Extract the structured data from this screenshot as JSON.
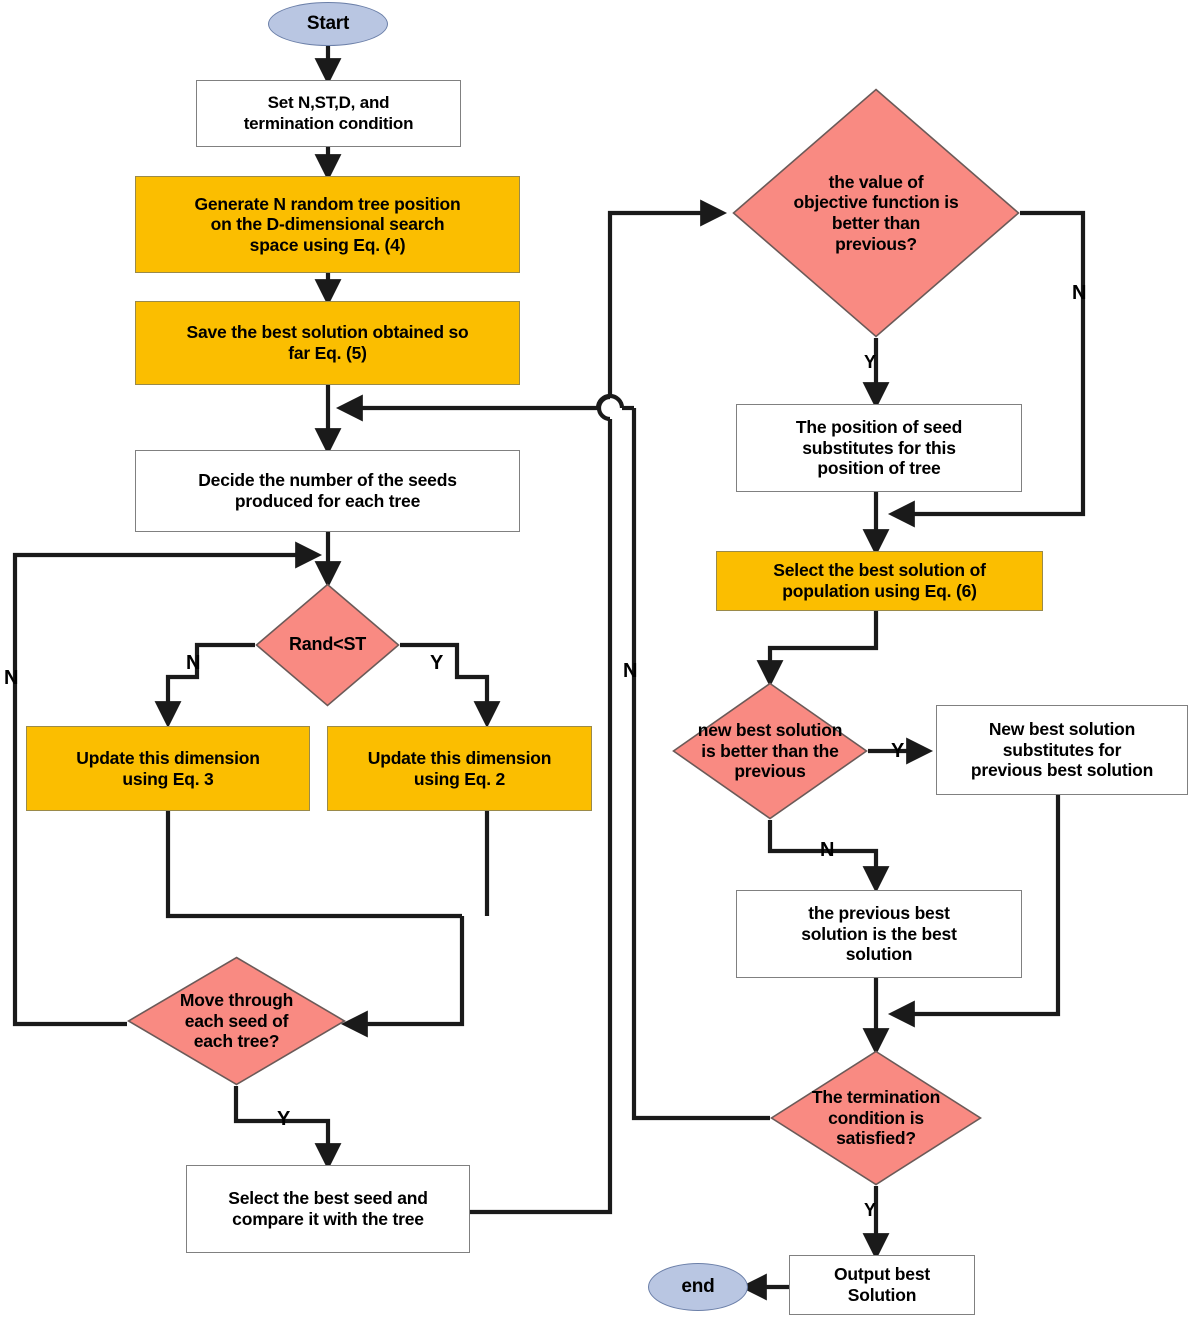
{
  "diagram": {
    "title": "Tree-Seed Algorithm Flowchart",
    "colors": {
      "terminator_fill": "#B9C6E2",
      "process_fill": "#FFFFFF",
      "highlight_fill": "#FBBE00",
      "decision_fill": "#F98A82",
      "line": "#1A1A1A"
    },
    "nodes": {
      "start": {
        "label": "Start",
        "shape": "terminator"
      },
      "set_params": {
        "line1": "Set N,ST,D, and",
        "line2": "termination condition",
        "shape": "process"
      },
      "generate": {
        "line1": "Generate N random tree position",
        "line2": "on the D-dimensional search",
        "line3": "space using Eq. (4)",
        "shape": "process-highlight"
      },
      "save_best": {
        "line1": "Save the best solution obtained so",
        "line2": "far Eq. (5)",
        "shape": "process-highlight"
      },
      "decide_seeds": {
        "line1": "Decide the number of the seeds",
        "line2": "produced for each tree",
        "shape": "process"
      },
      "rand_st": {
        "line1": "Rand<ST",
        "shape": "decision"
      },
      "update_eq3": {
        "line1": "Update this dimension",
        "line2": "using Eq. 3",
        "shape": "process-highlight"
      },
      "update_eq2": {
        "line1": "Update this dimension",
        "line2": "using Eq. 2",
        "shape": "process-highlight"
      },
      "move_seed": {
        "line1": "Move through",
        "line2": "each seed of",
        "line3": "each tree?",
        "shape": "decision"
      },
      "select_seed": {
        "line1": "Select the best seed and",
        "line2": "compare it with the tree",
        "shape": "process"
      },
      "objective_better": {
        "line1": "the value of",
        "line2": "objective function is",
        "line3": "better than",
        "line4": "previous?",
        "shape": "decision"
      },
      "seed_substitutes": {
        "line1": "The position of seed",
        "line2": "substitutes for this",
        "line3": "position of tree",
        "shape": "process"
      },
      "select_population": {
        "line1": "Select the best solution of",
        "line2": "population using Eq. (6)",
        "shape": "process-highlight"
      },
      "new_best_better": {
        "line1": "new best solution",
        "line2": "is better than the",
        "line3": "previous",
        "shape": "decision"
      },
      "new_best_subs": {
        "line1": "New best solution",
        "line2": "substitutes for",
        "line3": "previous best solution",
        "shape": "process"
      },
      "prev_best": {
        "line1": "the previous best",
        "line2": "solution is the best",
        "line3": "solution",
        "shape": "process"
      },
      "termination": {
        "line1": "The termination",
        "line2": "condition is",
        "line3": "satisfied?",
        "shape": "decision"
      },
      "output_best": {
        "line1": "Output best",
        "line2": "Solution",
        "shape": "process"
      },
      "end": {
        "label": "end",
        "shape": "terminator"
      }
    },
    "edge_labels": {
      "rand_no": "N",
      "rand_yes": "Y",
      "move_outer_no": "N",
      "move_yes": "Y",
      "objective_no": "N",
      "objective_yes": "Y",
      "newbest_yes": "Y",
      "newbest_no": "N",
      "termination_no": "N",
      "termination_yes": "Y"
    }
  }
}
